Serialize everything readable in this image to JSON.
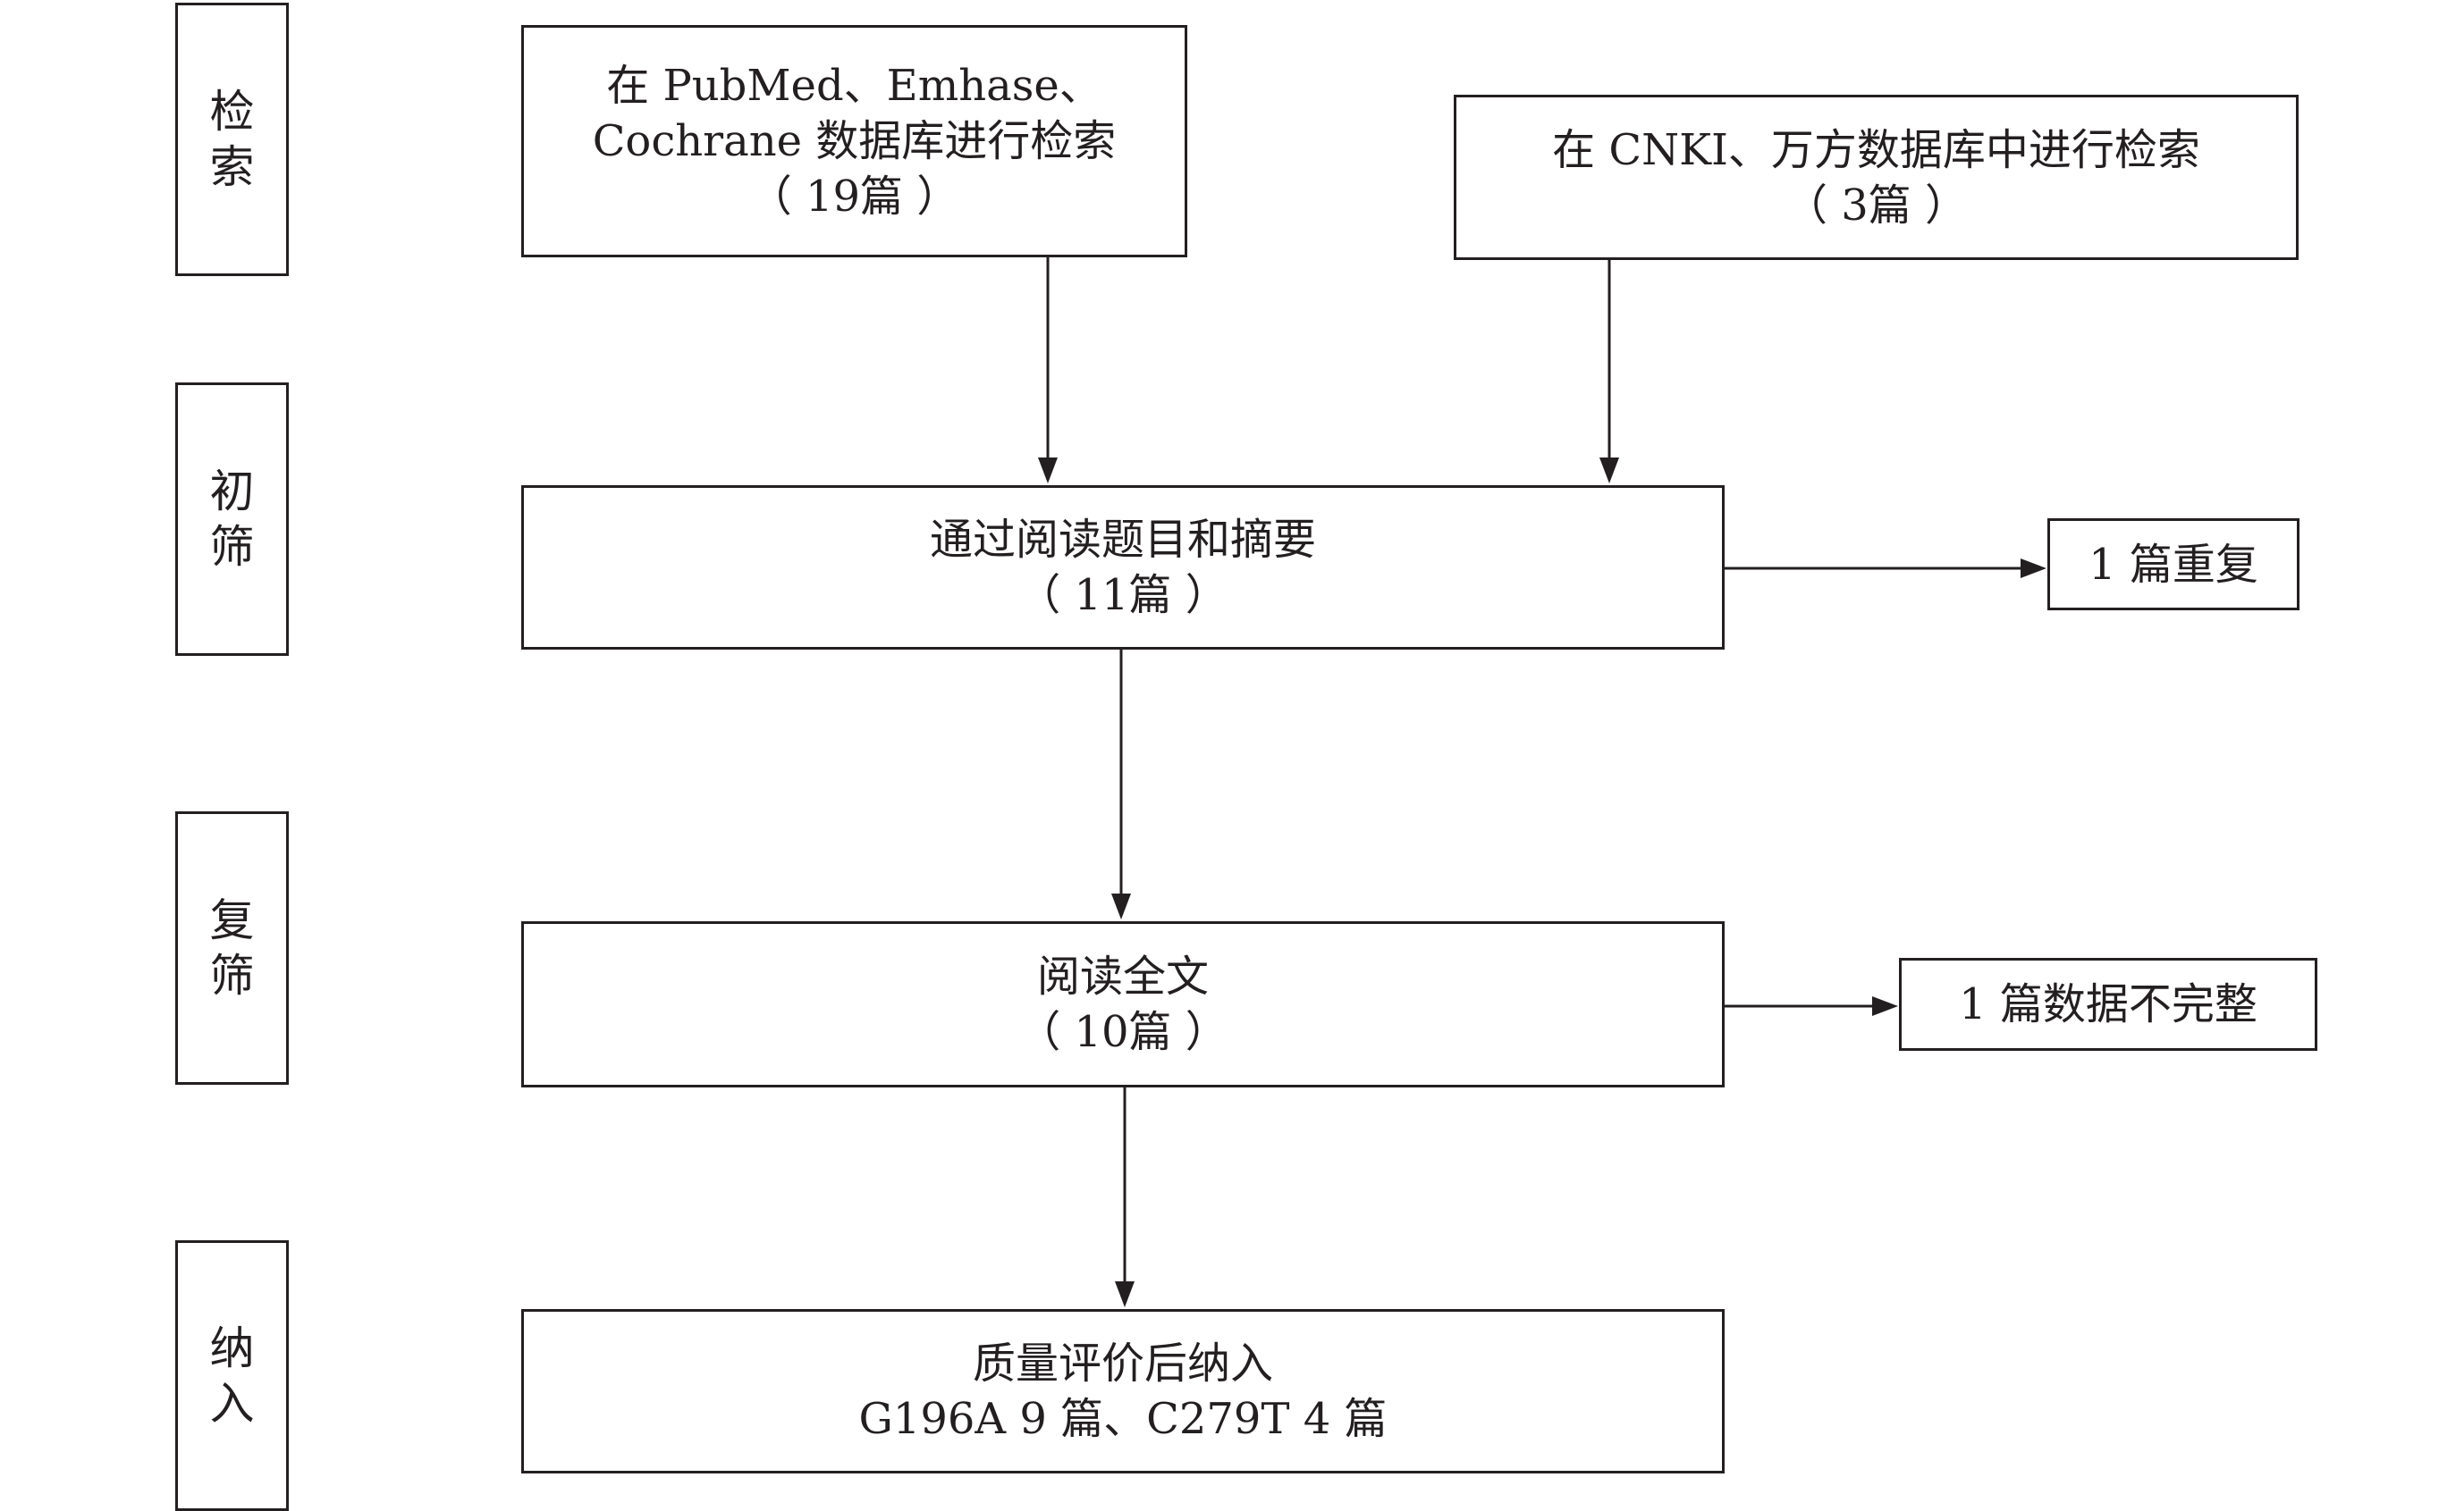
{
  "stages": [
    {
      "id": "search",
      "chars": [
        "检",
        "索"
      ]
    },
    {
      "id": "initial",
      "chars": [
        "初",
        "筛"
      ]
    },
    {
      "id": "rescreen",
      "chars": [
        "复",
        "筛"
      ]
    },
    {
      "id": "include",
      "chars": [
        "纳",
        "入"
      ]
    }
  ],
  "boxes": {
    "english_search": {
      "lines": [
        "在 PubMed、Emhase、",
        "Cochrane 数据库进行检索",
        "（ 19篇 ）"
      ]
    },
    "chinese_search": {
      "lines": [
        "在 CNKI、万方数据库中进行检索",
        "（ 3篇 ）"
      ]
    },
    "title_abstract": {
      "lines": [
        "通过阅读题目和摘要",
        "（ 11篇 ）"
      ]
    },
    "full_text": {
      "lines": [
        "阅读全文",
        "（ 10篇 ）"
      ]
    },
    "included": {
      "lines": [
        "质量评价后纳入",
        "G196A 9 篇、C279T 4 篇"
      ]
    }
  },
  "excluded": {
    "duplicate": "1 篇重复",
    "incomplete": "1 篇数据不完整"
  }
}
